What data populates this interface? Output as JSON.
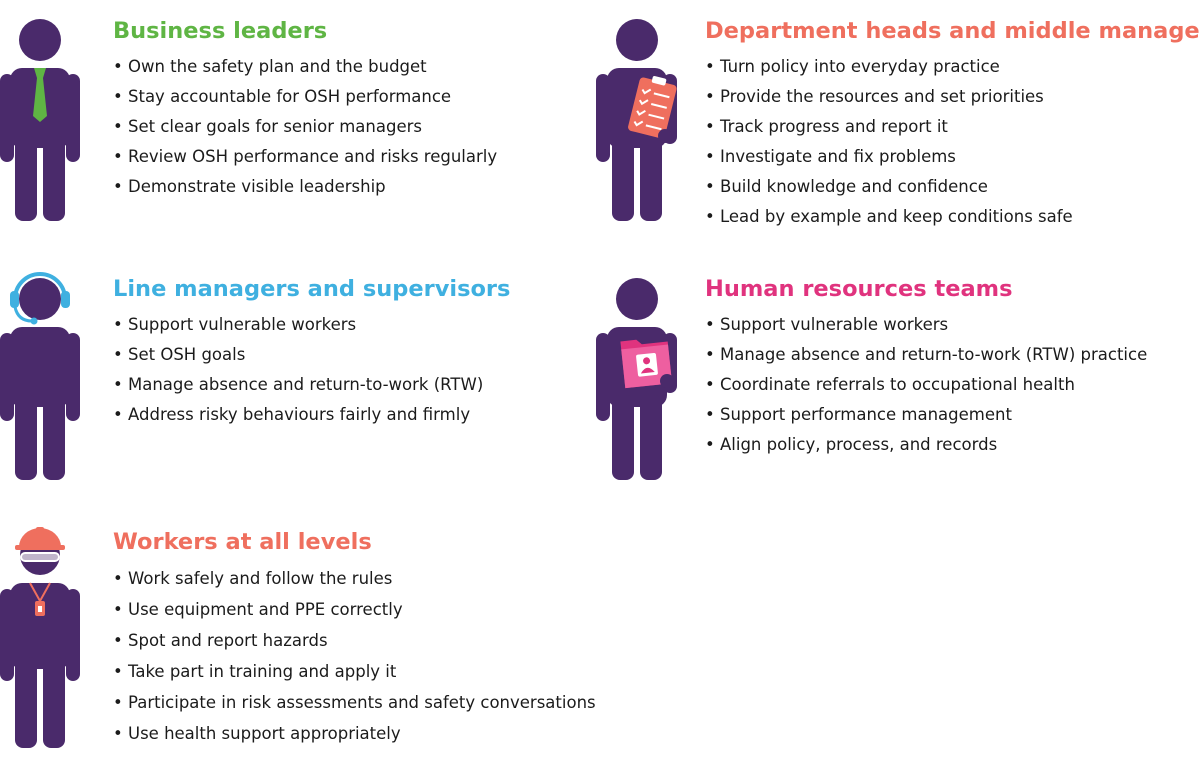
{
  "colors": {
    "person": "#4a2a6b",
    "business": "#5fb544",
    "department": "#ef6f5e",
    "line": "#3fb0e0",
    "hr": "#e0337e",
    "workers": "#ef6f5e"
  },
  "icons": {
    "business": "person-with-tie-icon",
    "department": "person-with-clipboard-icon",
    "line": "person-with-headset-icon",
    "hr": "person-with-folder-icon",
    "workers": "person-with-hardhat-icon"
  },
  "groups": {
    "business": {
      "title": "Business leaders",
      "items": [
        "Own the safety plan and the budget",
        "Stay accountable for OSH performance",
        "Set clear goals for senior managers",
        "Review OSH performance and risks regularly",
        "Demonstrate visible leadership"
      ]
    },
    "department": {
      "title": "Department heads and middle managers",
      "items": [
        "Turn policy into everyday practice",
        "Provide the resources and set priorities",
        "Track progress and report it",
        "Investigate and fix problems",
        "Build knowledge and confidence",
        "Lead by example and keep conditions safe"
      ]
    },
    "line": {
      "title": "Line managers and supervisors",
      "items": [
        "Support vulnerable workers",
        "Set OSH goals",
        "Manage absence and return-to-work (RTW)",
        "Address risky behaviours fairly and firmly"
      ]
    },
    "hr": {
      "title": "Human resources teams",
      "items": [
        "Support vulnerable workers",
        "Manage absence and return-to-work (RTW) practice",
        "Coordinate referrals to occupational health",
        "Support performance management",
        "Align policy, process, and records"
      ]
    },
    "workers": {
      "title": "Workers at all levels",
      "items": [
        "Work safely and follow the rules",
        "Use equipment and PPE correctly",
        "Spot and report hazards",
        "Take part in training and apply it",
        "Participate in risk assessments and safety conversations",
        "Use health support appropriately"
      ]
    }
  }
}
